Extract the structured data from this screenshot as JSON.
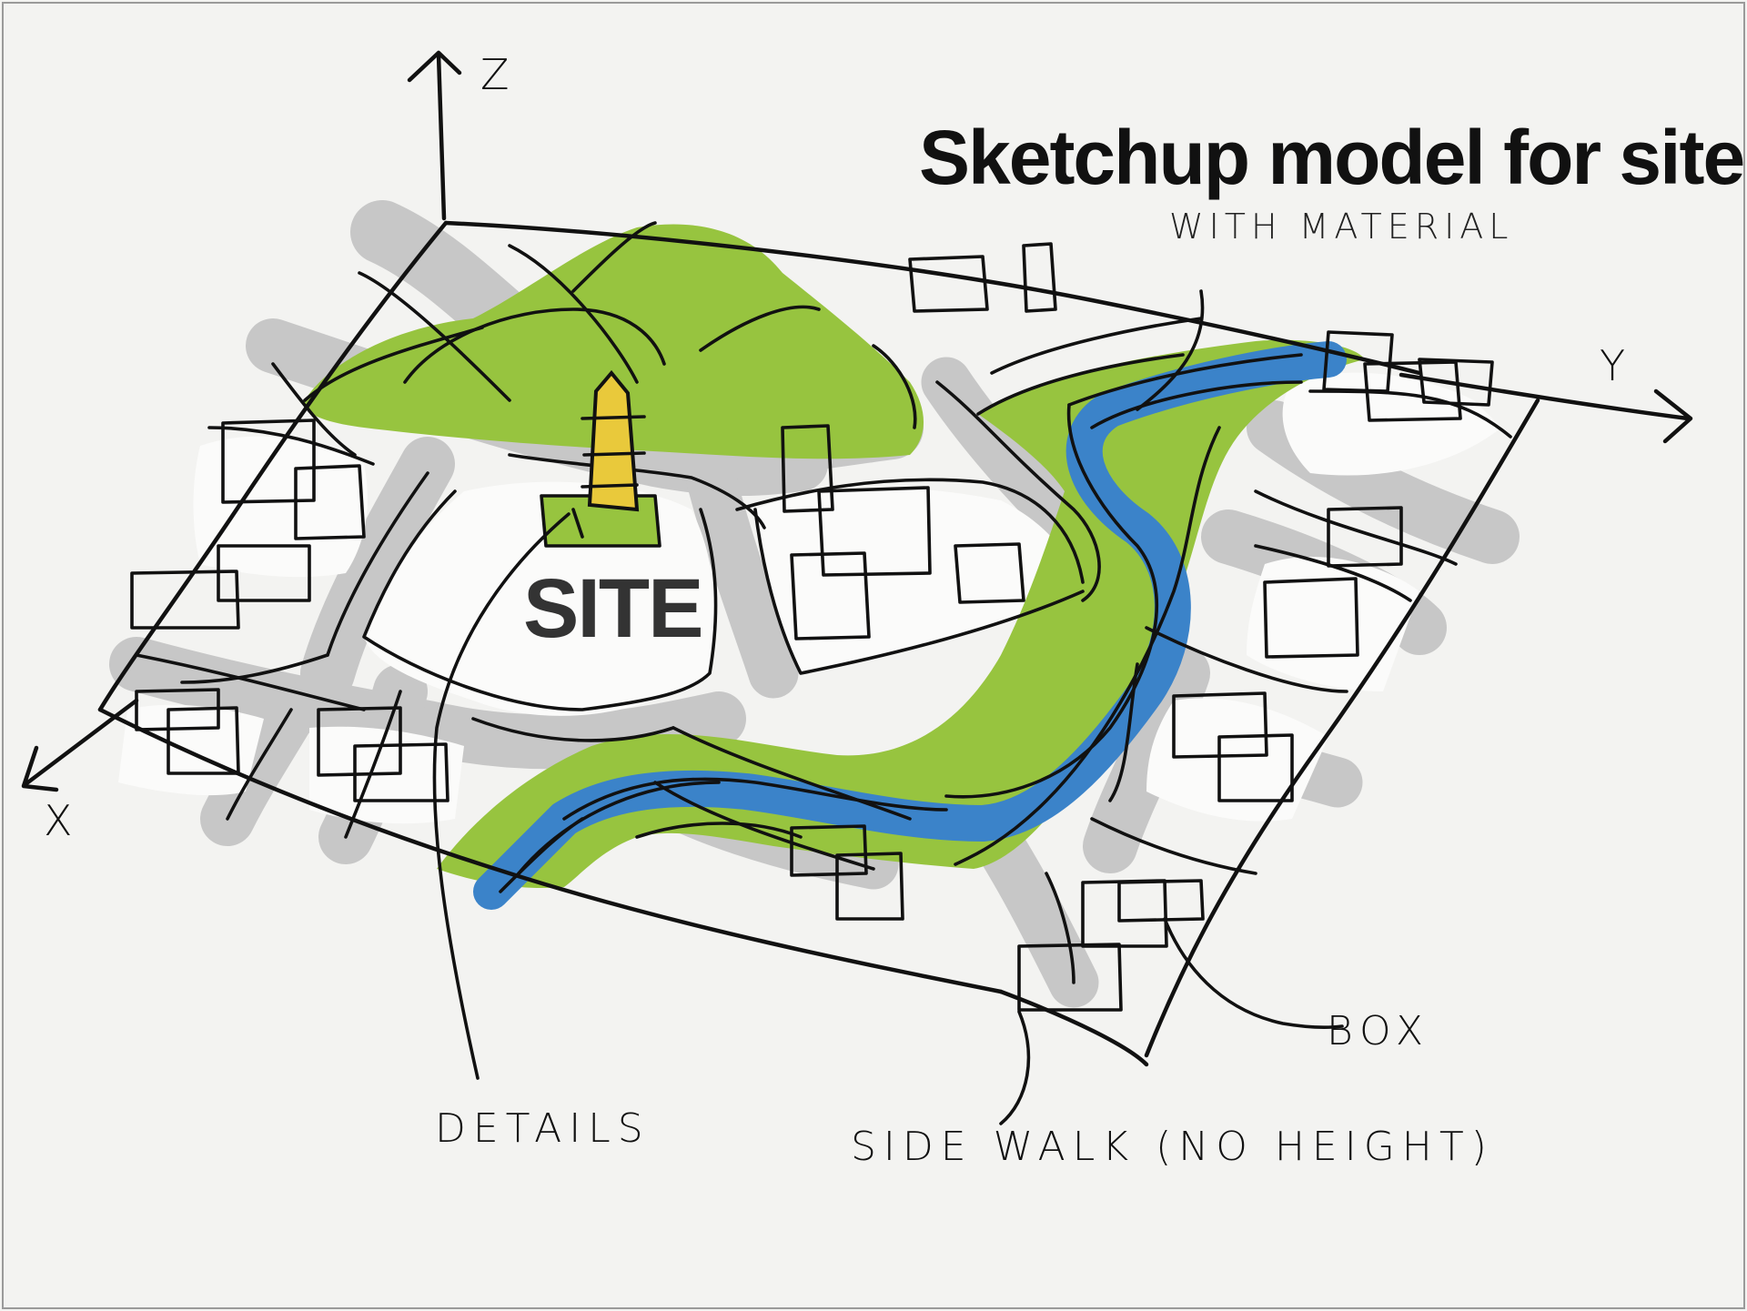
{
  "title": "Sketchup model for site",
  "subtitle": "WITH MATERIAL",
  "site_label": "SITE",
  "axes": {
    "x": "X",
    "y": "Y",
    "z": "Z"
  },
  "callouts": {
    "details": "DETAILS",
    "sidewalk": "SIDE WALK (NO HEIGHT)",
    "box": "BOX"
  },
  "colors": {
    "background": "#f3f3f1",
    "greenery": "#97c43f",
    "river": "#3b83c9",
    "road": "#c7c7c7",
    "tower": "#e9c93b",
    "ink": "#111111"
  }
}
